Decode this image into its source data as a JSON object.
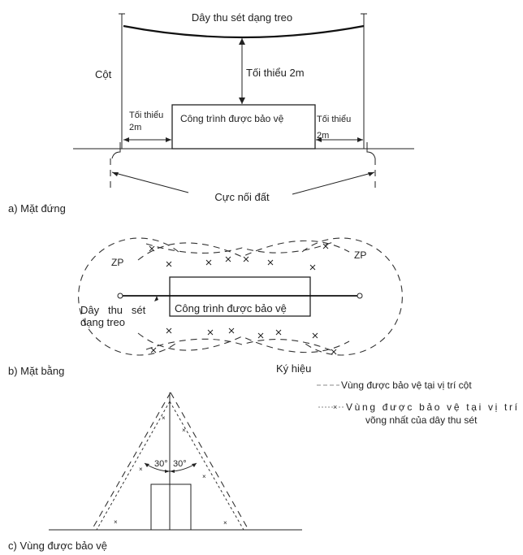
{
  "elevation": {
    "wire_label": "Dây thu sét dạng treo",
    "pole_label": "Cột",
    "vertical_clearance": "Tối thiểu 2m",
    "building_label": "Công trình được bảo vệ",
    "left_clearance_line1": "Tối thiểu",
    "left_clearance_line2": "2m",
    "right_clearance_line1": "Tối thiểu",
    "right_clearance_line2": "2m",
    "ground_electrode": "Cực nối đất",
    "caption": "a) Mặt đứng"
  },
  "plan": {
    "zone_left": "ZP",
    "zone_right": "ZP",
    "wire_line1": "Dây   thu   sét",
    "wire_line2": "dạng treo",
    "building_label": "Công trình được bảo vệ",
    "caption": "b) Mặt bằng",
    "legend_title": "Ký hiệu"
  },
  "legend": {
    "item1": "Vùng được bảo vệ tại vị trí cột",
    "item2_line1": "Vùng được bảo vệ tại vị trí",
    "item2_line2": "võng nhất của dây thu sét"
  },
  "section": {
    "angle_left": "30°",
    "angle_right": "30°",
    "caption": "c) Vùng được bảo vệ"
  }
}
